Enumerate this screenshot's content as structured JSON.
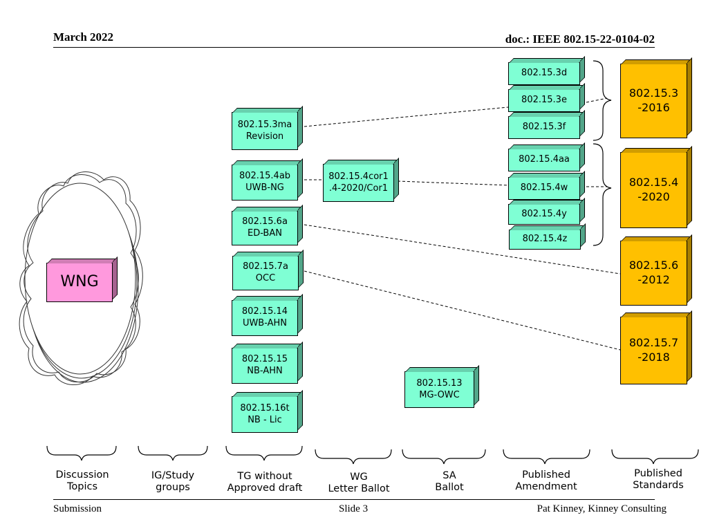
{
  "header": {
    "date": "March 2022",
    "doc": "doc.: IEEE 802.15-22-0104-02"
  },
  "footer": {
    "left": "Submission",
    "center": "Slide 3",
    "right": "Pat Kinney, Kinney Consulting"
  },
  "wng": {
    "label": "WNG"
  },
  "task_groups": {
    "g3ma": "802.15.3ma\nRevision",
    "g4ab": "802.15.4ab\nUWB-NG",
    "g6a": "802.15.6a\nED-BAN",
    "g7a": "802.15.7a\nOCC",
    "g14": "802.15.14\nUWB-AHN",
    "g15": "802.15.15\nNB-AHN",
    "g16t": "802.15.16t\nNB - Lic"
  },
  "wg_ballot": {
    "g4cor1": "802.15.4cor1\n.4-2020/Cor1"
  },
  "sa_ballot": {
    "g13": "802.15.13\nMG-OWC"
  },
  "amendments": {
    "a3d": "802.15.3d",
    "a3e": "802.15.3e",
    "a3f": "802.15.3f",
    "a4aa": "802.15.4aa",
    "a4w": "802.15.4w",
    "a4y": "802.15.4y",
    "a4z": "802.15.4z"
  },
  "standards": {
    "s3": "802.15.3\n-2016",
    "s4": "802.15.4\n-2020",
    "s6": "802.15.6\n-2012",
    "s7": "802.15.7\n-2018"
  },
  "categories": {
    "discussion": "Discussion\nTopics",
    "ig": "IG/Study\ngroups",
    "tg": "TG without\nApproved draft",
    "wg": "WG\nLetter Ballot",
    "sa": "SA\nBallot",
    "amend": "Published\nAmendment",
    "std": "Published\nStandards"
  },
  "colors": {
    "task_group": "#7fffd4",
    "standard": "#ffc000",
    "wng": "#ff99dd"
  }
}
